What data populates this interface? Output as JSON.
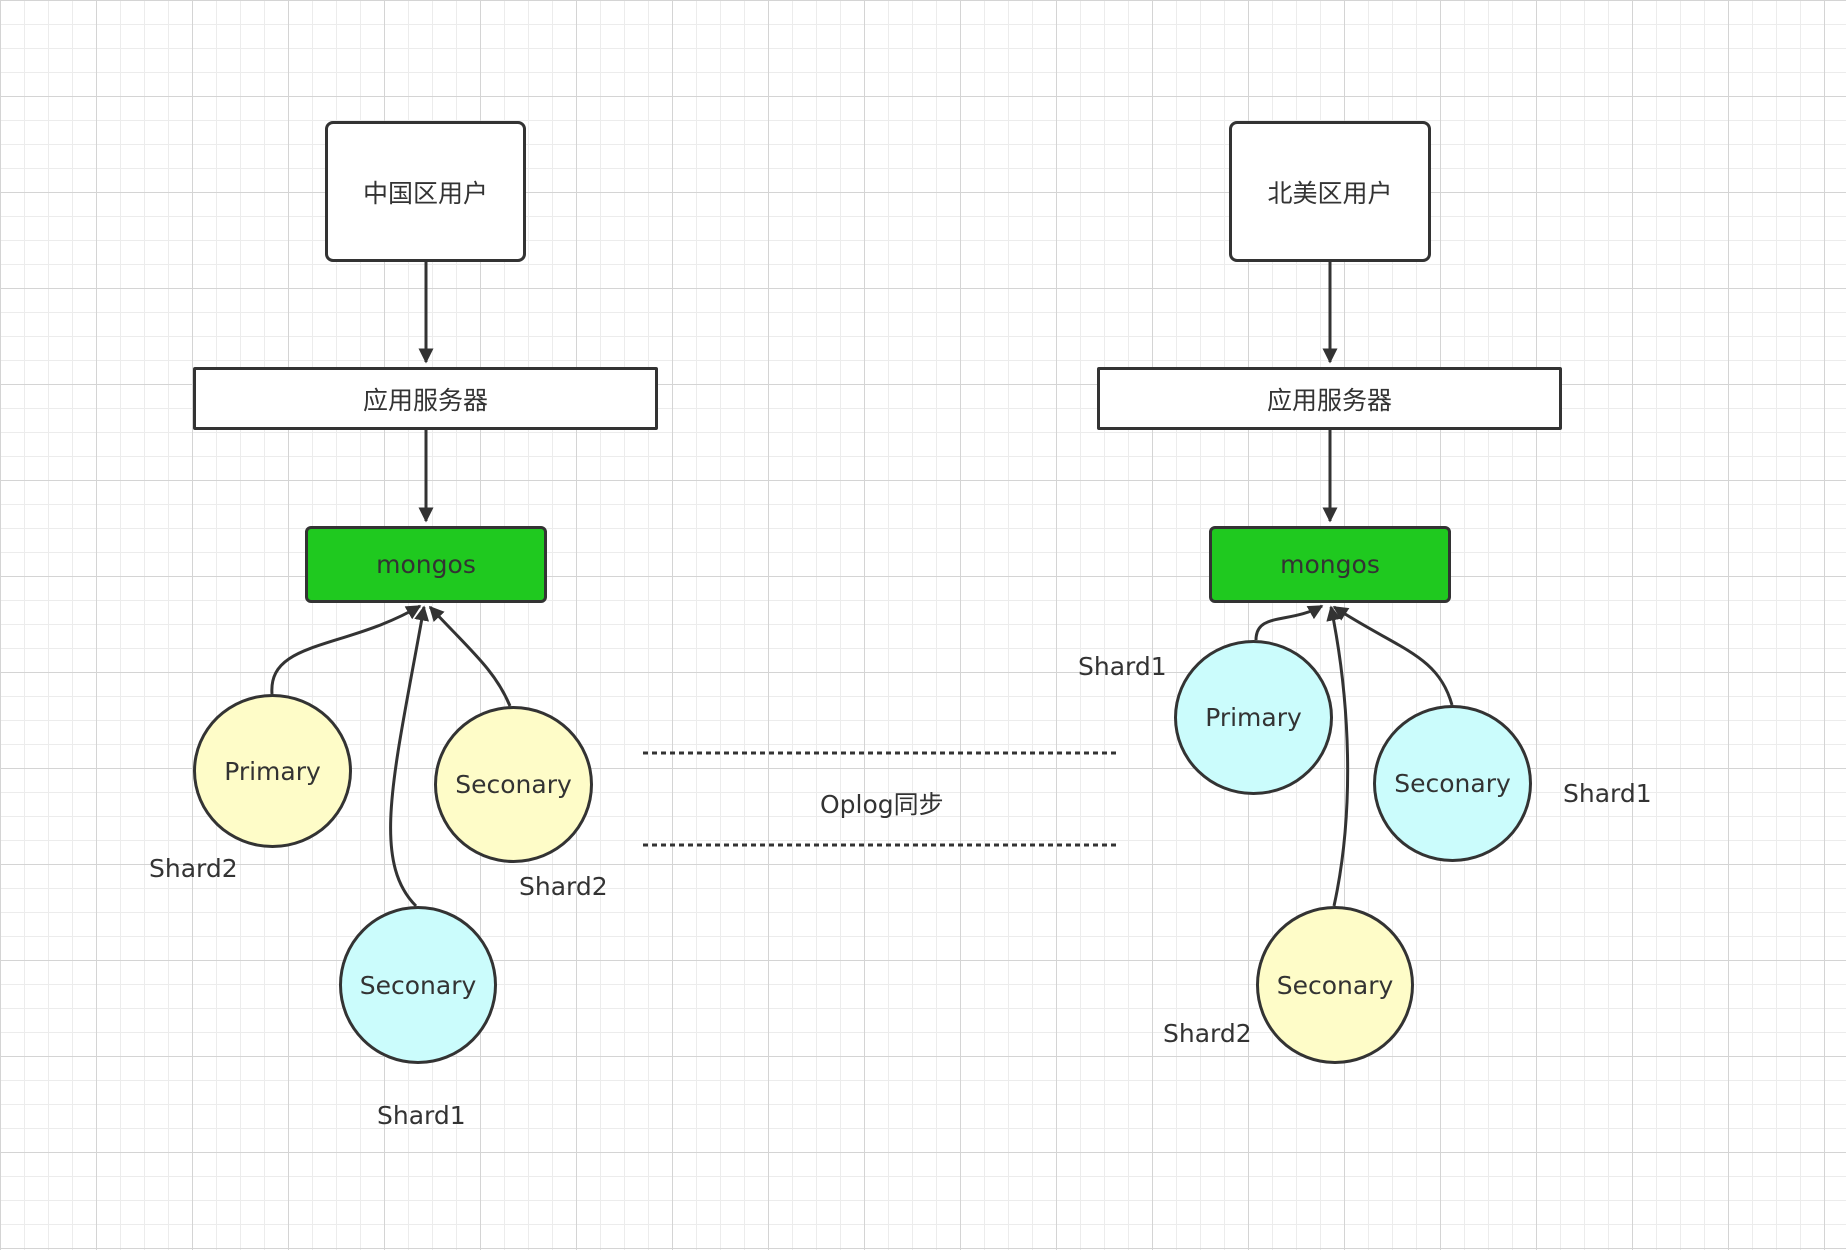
{
  "left": {
    "user": "中国区用户",
    "server": "应用服务器",
    "mongos": "mongos",
    "nodes": [
      {
        "role": "Primary",
        "shard": "Shard2",
        "color": "#fefcc8"
      },
      {
        "role": "Seconary",
        "shard": "Shard2",
        "color": "#fefcc8"
      },
      {
        "role": "Seconary",
        "shard": "Shard1",
        "color": "#cbfcfc"
      }
    ]
  },
  "right": {
    "user": "北美区用户",
    "server": "应用服务器",
    "mongos": "mongos",
    "nodes": [
      {
        "role": "Primary",
        "shard": "Shard1",
        "color": "#cbfcfc"
      },
      {
        "role": "Seconary",
        "shard": "Shard1",
        "color": "#cbfcfc"
      },
      {
        "role": "Seconary",
        "shard": "Shard2",
        "color": "#fefcc8"
      }
    ]
  },
  "sync_label": "Oplog同步",
  "colors": {
    "mongos": "#1fc91f",
    "shard1": "#cbfcfc",
    "shard2": "#fefcc8",
    "line": "#333333"
  }
}
